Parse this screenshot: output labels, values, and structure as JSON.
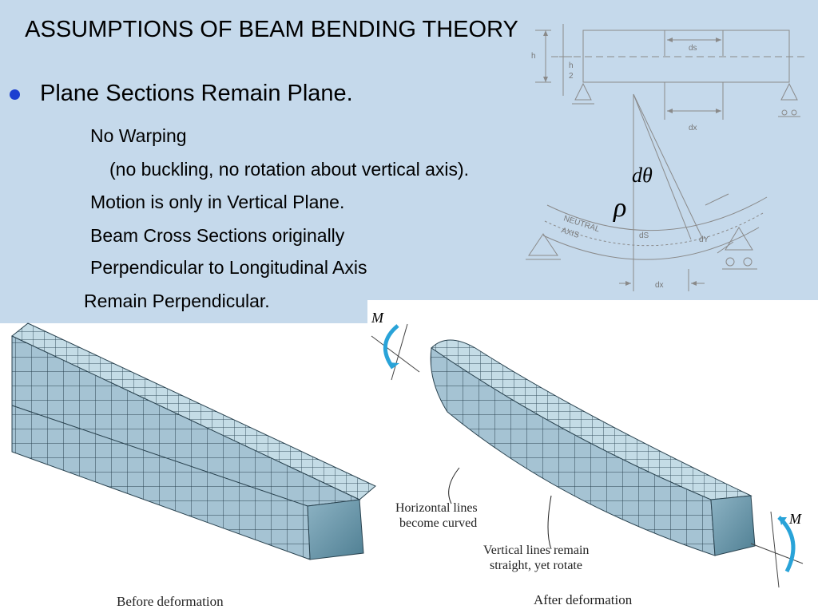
{
  "title": "ASSUMPTIONS OF BEAM BENDING THEORY",
  "bullet": "Plane Sections Remain Plane.",
  "lines": [
    "No Warping",
    "(no buckling, no rotation about vertical axis).",
    "Motion is only in Vertical Plane.",
    "Beam Cross Sections originally",
    "Perpendicular to Longitudinal Axis",
    "Remain Perpendicular."
  ],
  "diagram": {
    "h": "h",
    "h_half_top": "h",
    "h_half_bottom": "2",
    "ds_top": "ds",
    "dx_top": "dx",
    "dtheta": "dθ",
    "rho": "ρ",
    "neutral": "NEUTRAL",
    "axis": "AXIS",
    "ds_bottom": "dS",
    "dy": "dY",
    "dx_bottom": "dx"
  },
  "figure": {
    "moment_label_left": "M",
    "moment_label_right": "M",
    "callout_horizontal": [
      "Horizontal lines",
      "become curved"
    ],
    "callout_vertical": [
      "Vertical lines remain",
      "straight, yet rotate"
    ],
    "caption_before": "Before deformation",
    "caption_after": "After deformation"
  }
}
